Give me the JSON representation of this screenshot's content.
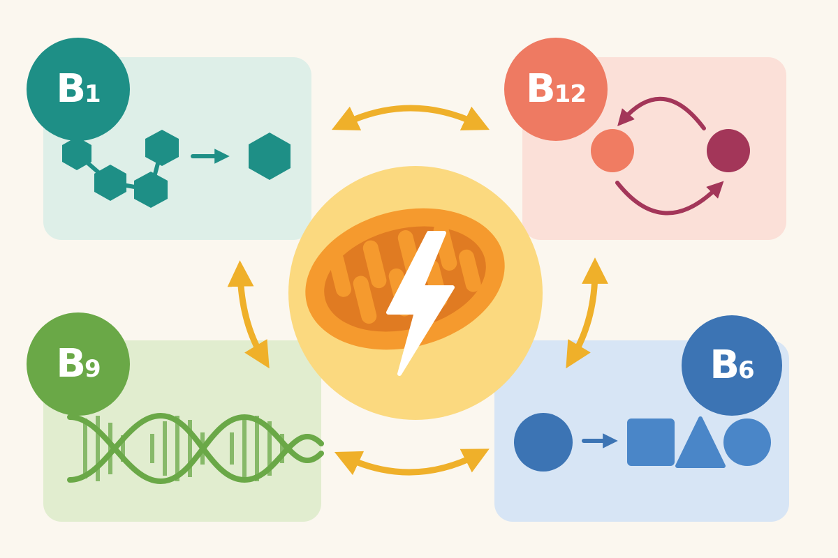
{
  "vitamins": {
    "b1": {
      "letter": "B",
      "number": "1",
      "color": "#1e8f86",
      "card_color": "#deefe8"
    },
    "b12": {
      "letter": "B",
      "number": "12",
      "color": "#ee7a62",
      "card_color": "#fbe0d8"
    },
    "b9": {
      "letter": "B",
      "number": "9",
      "color": "#6aa847",
      "card_color": "#e1edcf"
    },
    "b6": {
      "letter": "B",
      "number": "6",
      "color": "#3c74b4",
      "card_color": "#d7e5f5"
    }
  },
  "center": {
    "icon": "mitochondrion-icon",
    "overlay_icon": "lightning-bolt-icon",
    "glow_color": "#fbd97f",
    "organelle_color": "#f59a2e",
    "crista_color": "#e07b22"
  },
  "connectors": {
    "icon": "double-headed-arrow-icon",
    "color": "#efb02a"
  },
  "icons": {
    "b1": [
      "hexagon-chain-icon",
      "arrow-right-icon",
      "hexagon-icon"
    ],
    "b12": [
      "cycle-icon"
    ],
    "b9": [
      "dna-helix-icon"
    ],
    "b6": [
      "circle-icon",
      "arrow-right-icon",
      "square-icon",
      "triangle-icon",
      "circle-icon"
    ]
  },
  "b12_cycle_colors": {
    "left": "#f07c62",
    "right": "#a33659"
  }
}
